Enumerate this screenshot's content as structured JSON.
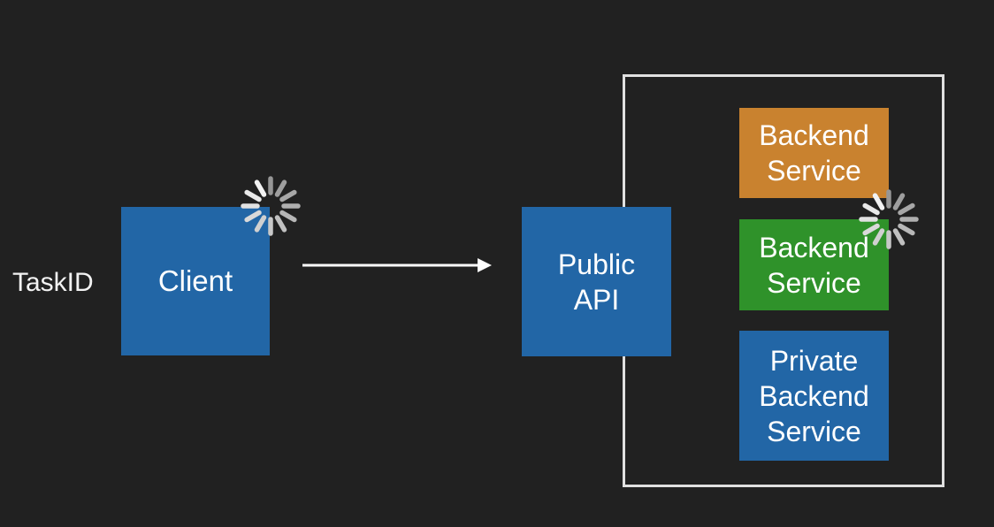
{
  "diagram": {
    "task_label": "TaskID",
    "client": {
      "label": "Client",
      "color": "#2266a6"
    },
    "public_api": {
      "lines": [
        "Public",
        "API"
      ],
      "color": "#2266a6"
    },
    "services": [
      {
        "lines": [
          "Backend",
          "Service"
        ],
        "color": "#c9822f"
      },
      {
        "lines": [
          "Backend",
          "Service"
        ],
        "color": "#2f922a"
      },
      {
        "lines": [
          "Private",
          "Backend",
          "Service"
        ],
        "color": "#2266a6"
      }
    ],
    "boundary_color": "#e0e0e0",
    "arrow_color": "#ffffff",
    "spinner_icon": "loading-spinner-icon"
  }
}
